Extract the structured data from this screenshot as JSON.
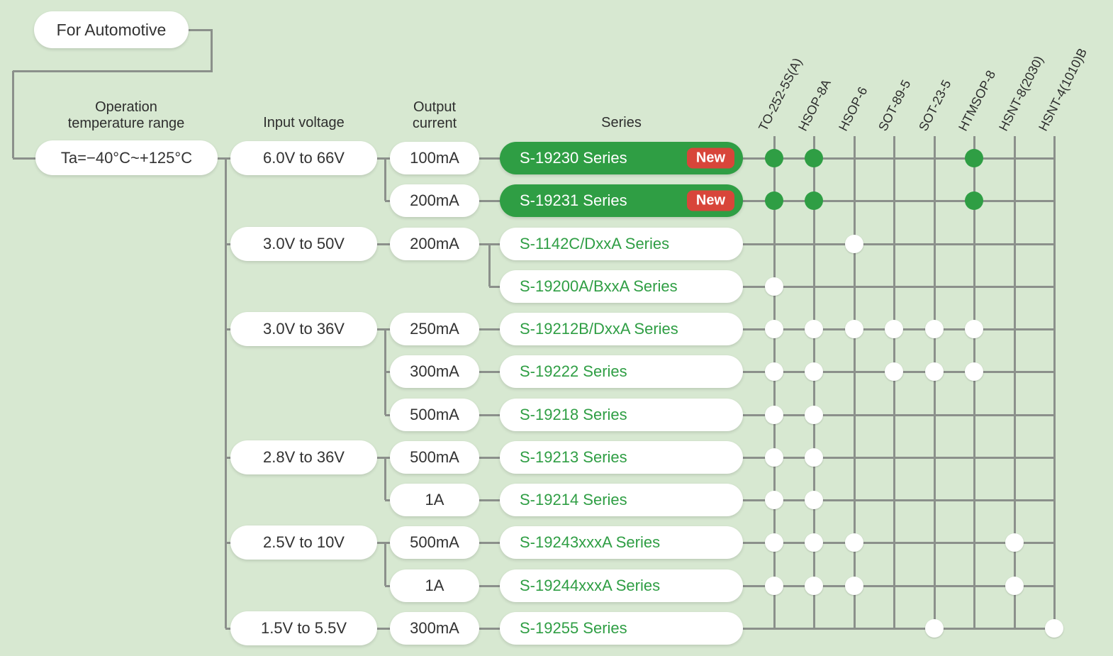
{
  "title": "For Automotive",
  "temp": {
    "label1": "Operation",
    "label2": "temperature range",
    "value": "Ta=−40°C~+125°C"
  },
  "headers": {
    "input": "Input voltage",
    "output1": "Output",
    "output2": "current",
    "series": "Series"
  },
  "new_badge_label": "New",
  "packages": [
    "TO-252-5S(A)",
    "HSOP-8A",
    "HSOP-6",
    "SOT-89-5",
    "SOT-23-5",
    "HTMSOP-8",
    "HSNT-8(2030)",
    "HSNT-4(1010)B"
  ],
  "colors": {
    "background": "#d7e8d1",
    "accent_green": "#2f9e44",
    "badge_red": "#d8453a",
    "connector_gray": "#8b908b",
    "text_dark": "#323232"
  },
  "groups": [
    {
      "input_voltage": "6.0V to 66V",
      "outputs": [
        {
          "current": "100mA",
          "series": [
            {
              "name": "S-19230 Series",
              "is_new": true,
              "highlight": true,
              "packages": [
                "TO-252-5S(A)",
                "HSOP-8A",
                "HTMSOP-8"
              ]
            }
          ]
        },
        {
          "current": "200mA",
          "series": [
            {
              "name": "S-19231 Series",
              "is_new": true,
              "highlight": true,
              "packages": [
                "TO-252-5S(A)",
                "HSOP-8A",
                "HTMSOP-8"
              ]
            }
          ]
        }
      ]
    },
    {
      "input_voltage": "3.0V to 50V",
      "outputs": [
        {
          "current": "200mA",
          "series": [
            {
              "name": "S-1142C/DxxA Series",
              "packages": [
                "HSOP-6"
              ]
            },
            {
              "name": "S-19200A/BxxA Series",
              "packages": [
                "TO-252-5S(A)"
              ]
            }
          ]
        }
      ]
    },
    {
      "input_voltage": "3.0V to 36V",
      "outputs": [
        {
          "current": "250mA",
          "series": [
            {
              "name": "S-19212B/DxxA Series",
              "packages": [
                "TO-252-5S(A)",
                "HSOP-8A",
                "HSOP-6",
                "SOT-89-5",
                "SOT-23-5",
                "HTMSOP-8"
              ]
            }
          ]
        },
        {
          "current": "300mA",
          "series": [
            {
              "name": "S-19222 Series",
              "packages": [
                "TO-252-5S(A)",
                "HSOP-8A",
                "SOT-89-5",
                "SOT-23-5",
                "HTMSOP-8"
              ]
            }
          ]
        },
        {
          "current": "500mA",
          "series": [
            {
              "name": "S-19218 Series",
              "packages": [
                "TO-252-5S(A)",
                "HSOP-8A"
              ]
            }
          ]
        }
      ]
    },
    {
      "input_voltage": "2.8V to 36V",
      "outputs": [
        {
          "current": "500mA",
          "series": [
            {
              "name": "S-19213 Series",
              "packages": [
                "TO-252-5S(A)",
                "HSOP-8A"
              ]
            }
          ]
        },
        {
          "current": "1A",
          "series": [
            {
              "name": "S-19214 Series",
              "packages": [
                "TO-252-5S(A)",
                "HSOP-8A"
              ]
            }
          ]
        }
      ]
    },
    {
      "input_voltage": "2.5V to 10V",
      "outputs": [
        {
          "current": "500mA",
          "series": [
            {
              "name": "S-19243xxxA Series",
              "packages": [
                "TO-252-5S(A)",
                "HSOP-8A",
                "HSOP-6",
                "HSNT-8(2030)"
              ]
            }
          ]
        },
        {
          "current": "1A",
          "series": [
            {
              "name": "S-19244xxxA Series",
              "packages": [
                "TO-252-5S(A)",
                "HSOP-8A",
                "HSOP-6",
                "HSNT-8(2030)"
              ]
            }
          ]
        }
      ]
    },
    {
      "input_voltage": "1.5V to 5.5V",
      "outputs": [
        {
          "current": "300mA",
          "series": [
            {
              "name": "S-19255 Series",
              "packages": [
                "SOT-23-5",
                "HSNT-4(1010)B"
              ]
            }
          ]
        }
      ]
    }
  ]
}
